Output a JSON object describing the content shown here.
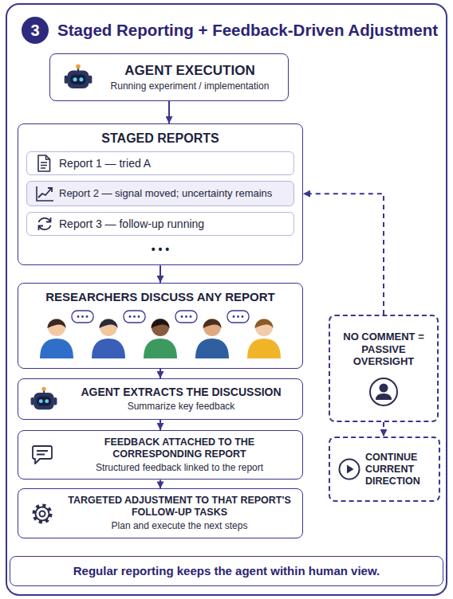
{
  "diagram": {
    "title": "Staged Reporting + Feedback-Driven Adjustment",
    "nodes": [
      {
        "text": [
          "AGENT EXECUTION",
          "Running experiment / implementation"
        ]
      },
      {
        "text": [
          "STAGED REPORTS"
        ]
      },
      {
        "text": [
          "Report 1 — tried A"
        ],
        "in": 1
      },
      {
        "text": [
          "Report 2 — signal moved; uncertainty remains"
        ],
        "in": 1
      },
      {
        "text": [
          "Report 3 — follow-up running"
        ],
        "in": 1
      },
      {
        "text": [
          "RESEARCHERS DISCUSS ANY REPORT"
        ]
      },
      {
        "text": [
          "AGENT EXTRACTS THE DISCUSSION",
          "Summarize key feedback"
        ]
      },
      {
        "text": [
          "FEEDBACK ATTACHED TO THE CORRESPONDING REPORT",
          "Structured feedback linked to the report"
        ]
      },
      {
        "text": [
          "TARGETED ADJUSTMENT TO THAT REPORT'S FOLLOW-UP TASKS",
          "Plan and execute the next steps"
        ]
      },
      {
        "text": [
          "NO COMMENT = PASSIVE OVERSIGHT"
        ]
      },
      {
        "text": [
          "CONTINUE CURRENT DIRECTION"
        ]
      },
      {
        "text": [
          "Regular reporting keeps the agent within human view."
        ]
      }
    ],
    "edges": [
      {
        "from": 0,
        "to": 1,
        "arrow": "to"
      },
      {
        "from": 1,
        "to": 5,
        "arrow": "to"
      },
      {
        "from": 5,
        "to": 6,
        "arrow": "to"
      },
      {
        "from": 6,
        "to": 7,
        "arrow": "to"
      },
      {
        "from": 7,
        "to": 8,
        "arrow": "to"
      },
      {
        "from": 9,
        "to": 1,
        "arrow": "to"
      },
      {
        "from": 9,
        "to": 10,
        "arrow": "to"
      }
    ],
    "labels": [
      "3",
      "• • •"
    ]
  }
}
